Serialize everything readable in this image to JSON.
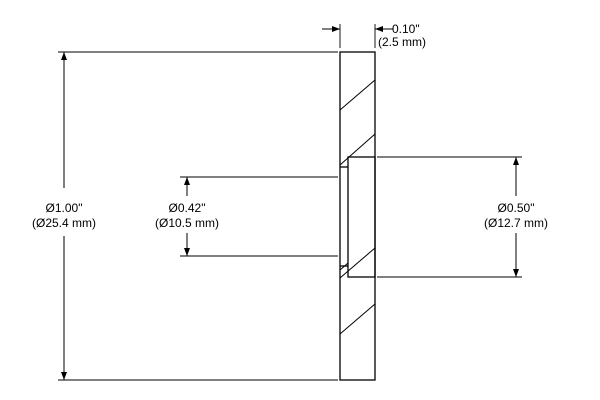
{
  "dimensions": {
    "thickness": {
      "imperial": "0.10\"",
      "metric": "(2.5 mm)"
    },
    "outer_diameter": {
      "imperial": "Ø1.00\"",
      "metric": "(Ø25.4 mm)"
    },
    "bore_diameter": {
      "imperial": "Ø0.42\"",
      "metric": "(Ø10.5 mm)"
    },
    "boss_diameter": {
      "imperial": "Ø0.50\"",
      "metric": "(Ø12.7 mm)"
    }
  }
}
